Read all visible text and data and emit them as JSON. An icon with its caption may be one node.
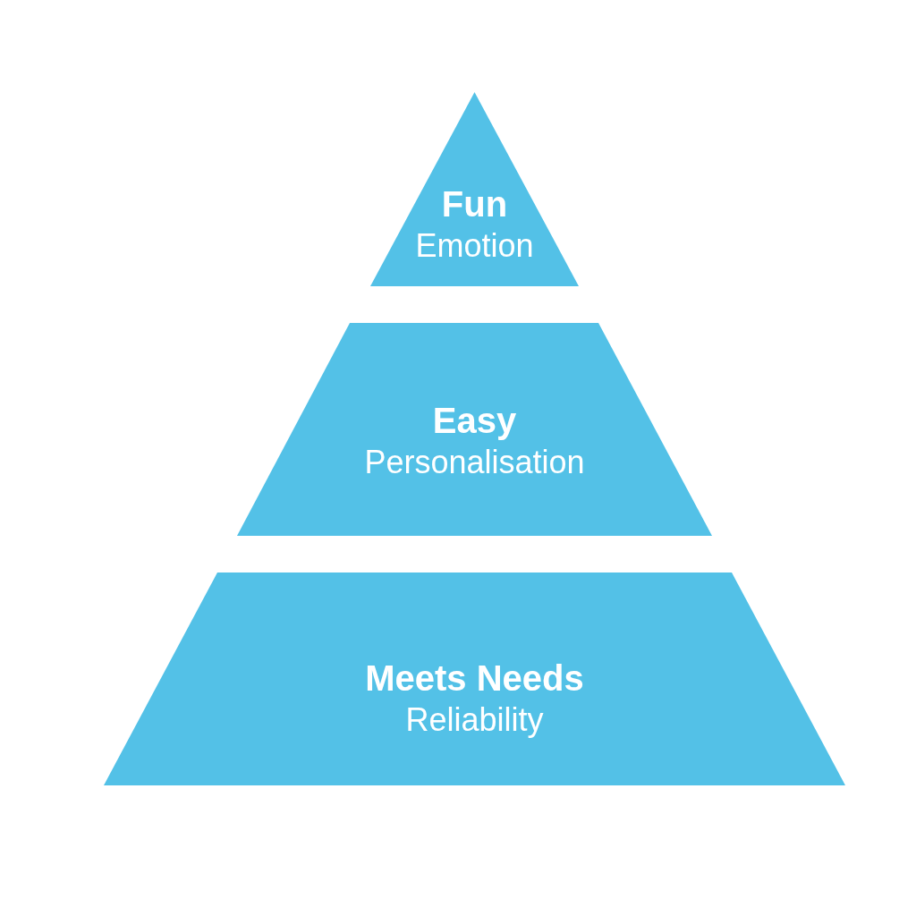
{
  "diagram": {
    "nodes": [
      {
        "text": [
          "Fun",
          "Emotion"
        ]
      },
      {
        "text": [
          "Easy",
          "Personalisation"
        ]
      },
      {
        "text": [
          "Meets Needs",
          "Reliability"
        ]
      }
    ]
  }
}
